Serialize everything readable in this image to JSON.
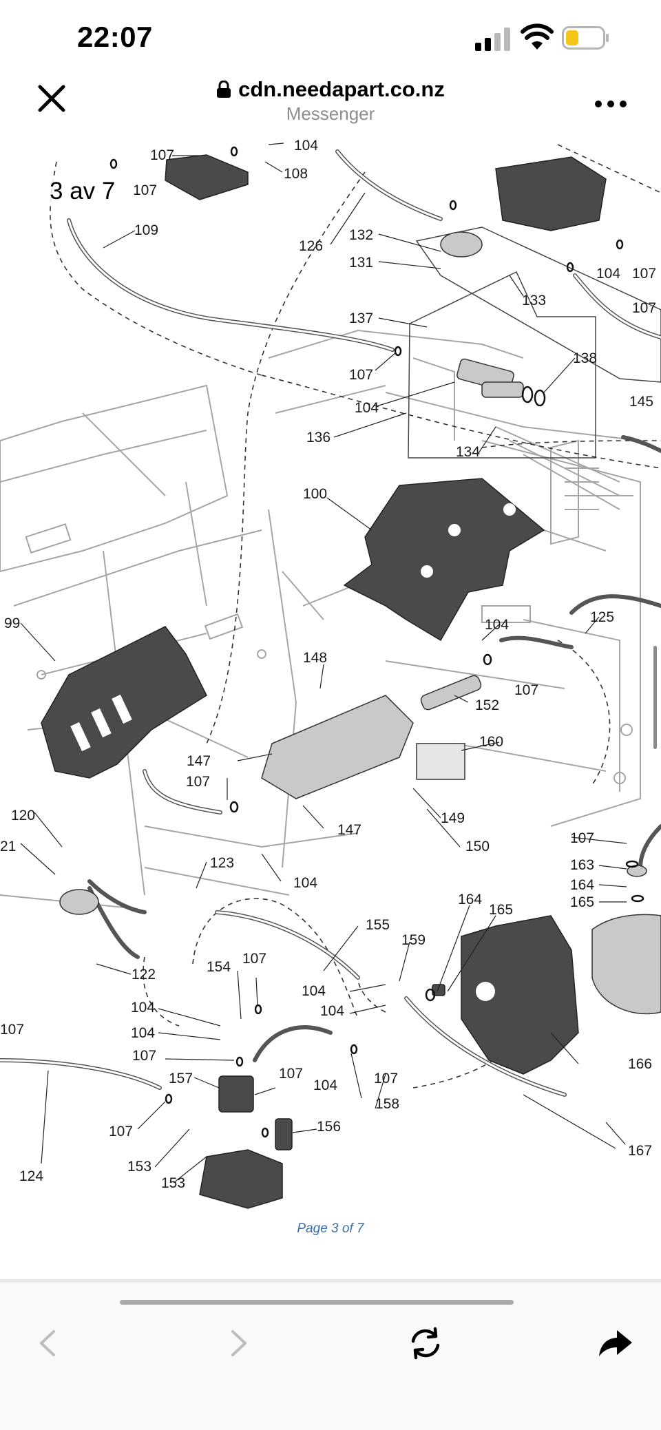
{
  "status_bar": {
    "time": "22:07",
    "signal_icon": "cellular-signal-icon",
    "wifi_icon": "wifi-icon",
    "battery_icon": "battery-low-icon",
    "battery_color": "#f5c518"
  },
  "browser": {
    "close_icon": "close-icon",
    "url": "cdn.needapart.co.nz",
    "source_app": "Messenger",
    "more_icon": "more-horizontal-icon"
  },
  "document": {
    "page_counter": "3 av 7",
    "page_footer": "Page 3 of 7",
    "diagram_labels": [
      "107",
      "107",
      "104",
      "108",
      "109",
      "126",
      "132",
      "131",
      "133",
      "104",
      "107",
      "107",
      "137",
      "107",
      "138",
      "104",
      "145",
      "136",
      "134",
      "100",
      "99",
      "104",
      "125",
      "148",
      "152",
      "107",
      "160",
      "147",
      "107",
      "149",
      "120",
      "147",
      "150",
      "21",
      "123",
      "104",
      "107",
      "163",
      "164",
      "165",
      "164",
      "165",
      "155",
      "159",
      "122",
      "154",
      "107",
      "104",
      "104",
      "104",
      "104",
      "107",
      "107",
      "107",
      "107",
      "157",
      "104",
      "158",
      "156",
      "166",
      "107",
      "124",
      "153",
      "153",
      "167"
    ]
  },
  "toolbar": {
    "back_icon": "chevron-left-icon",
    "forward_icon": "chevron-right-icon",
    "reload_icon": "reload-icon",
    "share_icon": "share-arrow-icon"
  },
  "colors": {
    "link_blue": "#3a6ea5",
    "part_dark": "#4a4a4a",
    "line_art": "#9a9a9a"
  }
}
